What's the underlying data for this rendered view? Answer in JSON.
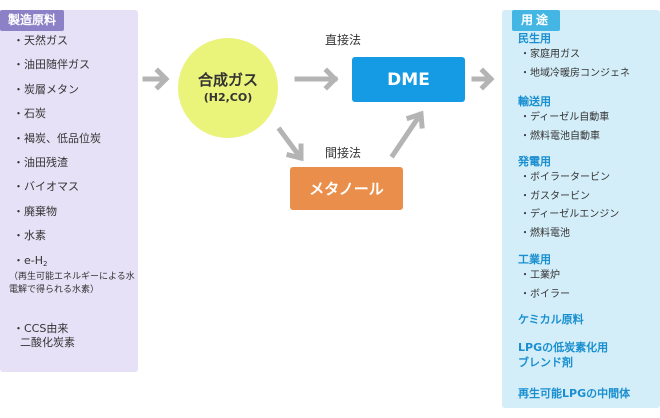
{
  "materials": {
    "title": "製造原料",
    "items": [
      {
        "label": "・天然ガス"
      },
      {
        "label": "・油田随伴ガス"
      },
      {
        "label": "・炭層メタン"
      },
      {
        "label": "・石炭"
      },
      {
        "label": "・褐炭、低品位炭"
      },
      {
        "label": "・油田残渣"
      },
      {
        "label": "・バイオマス"
      },
      {
        "label": "・廃棄物"
      },
      {
        "label": "・水素"
      }
    ],
    "hydrogen_prefix": "・e-H",
    "hydrogen_sub": "2",
    "hydrogen_note": "（再生可能エネルギーによる水電解で得られる水素）",
    "ccs_line1": "・CCS由来",
    "ccs_line2": "二酸化炭素"
  },
  "syngas": {
    "name": "合成ガス",
    "formula": "(H2,CO)"
  },
  "routes": {
    "direct": "直接法",
    "indirect": "間接法"
  },
  "products": {
    "dme": "DME",
    "methanol": "メタノール"
  },
  "uses": {
    "title": "用途",
    "groups": [
      {
        "head": "民生用",
        "items": [
          "・家庭用ガス",
          "・地域冷暖房コンジェネ"
        ]
      },
      {
        "head": "輸送用",
        "items": [
          "・ディーゼル自動車",
          "・燃料電池自動車"
        ]
      },
      {
        "head": "発電用",
        "items": [
          "・ボイラータービン",
          "・ガスタービン",
          "・ディーゼルエンジン",
          "・燃料電池"
        ]
      },
      {
        "head": "工業用",
        "items": [
          "・工業炉",
          "・ボイラー"
        ]
      }
    ],
    "chemical": "ケミカル原料",
    "lpg_line1": "LPGの低炭素化用",
    "lpg_line2": "ブレンド剤",
    "renewable_lpg": "再生可能LPGの中間体"
  },
  "colors": {
    "left_panel": "#e6e1f6",
    "left_title": "#8c80c6",
    "syngas_circle": "#eaf37a",
    "dme_box": "#149be4",
    "methanol_box": "#ea8f4b",
    "right_panel": "#d4eef9",
    "right_title": "#43b6e4",
    "use_heading": "#1a8fd0",
    "arrow": "#b4b4b4"
  },
  "icons": [
    "arrow-icon"
  ]
}
